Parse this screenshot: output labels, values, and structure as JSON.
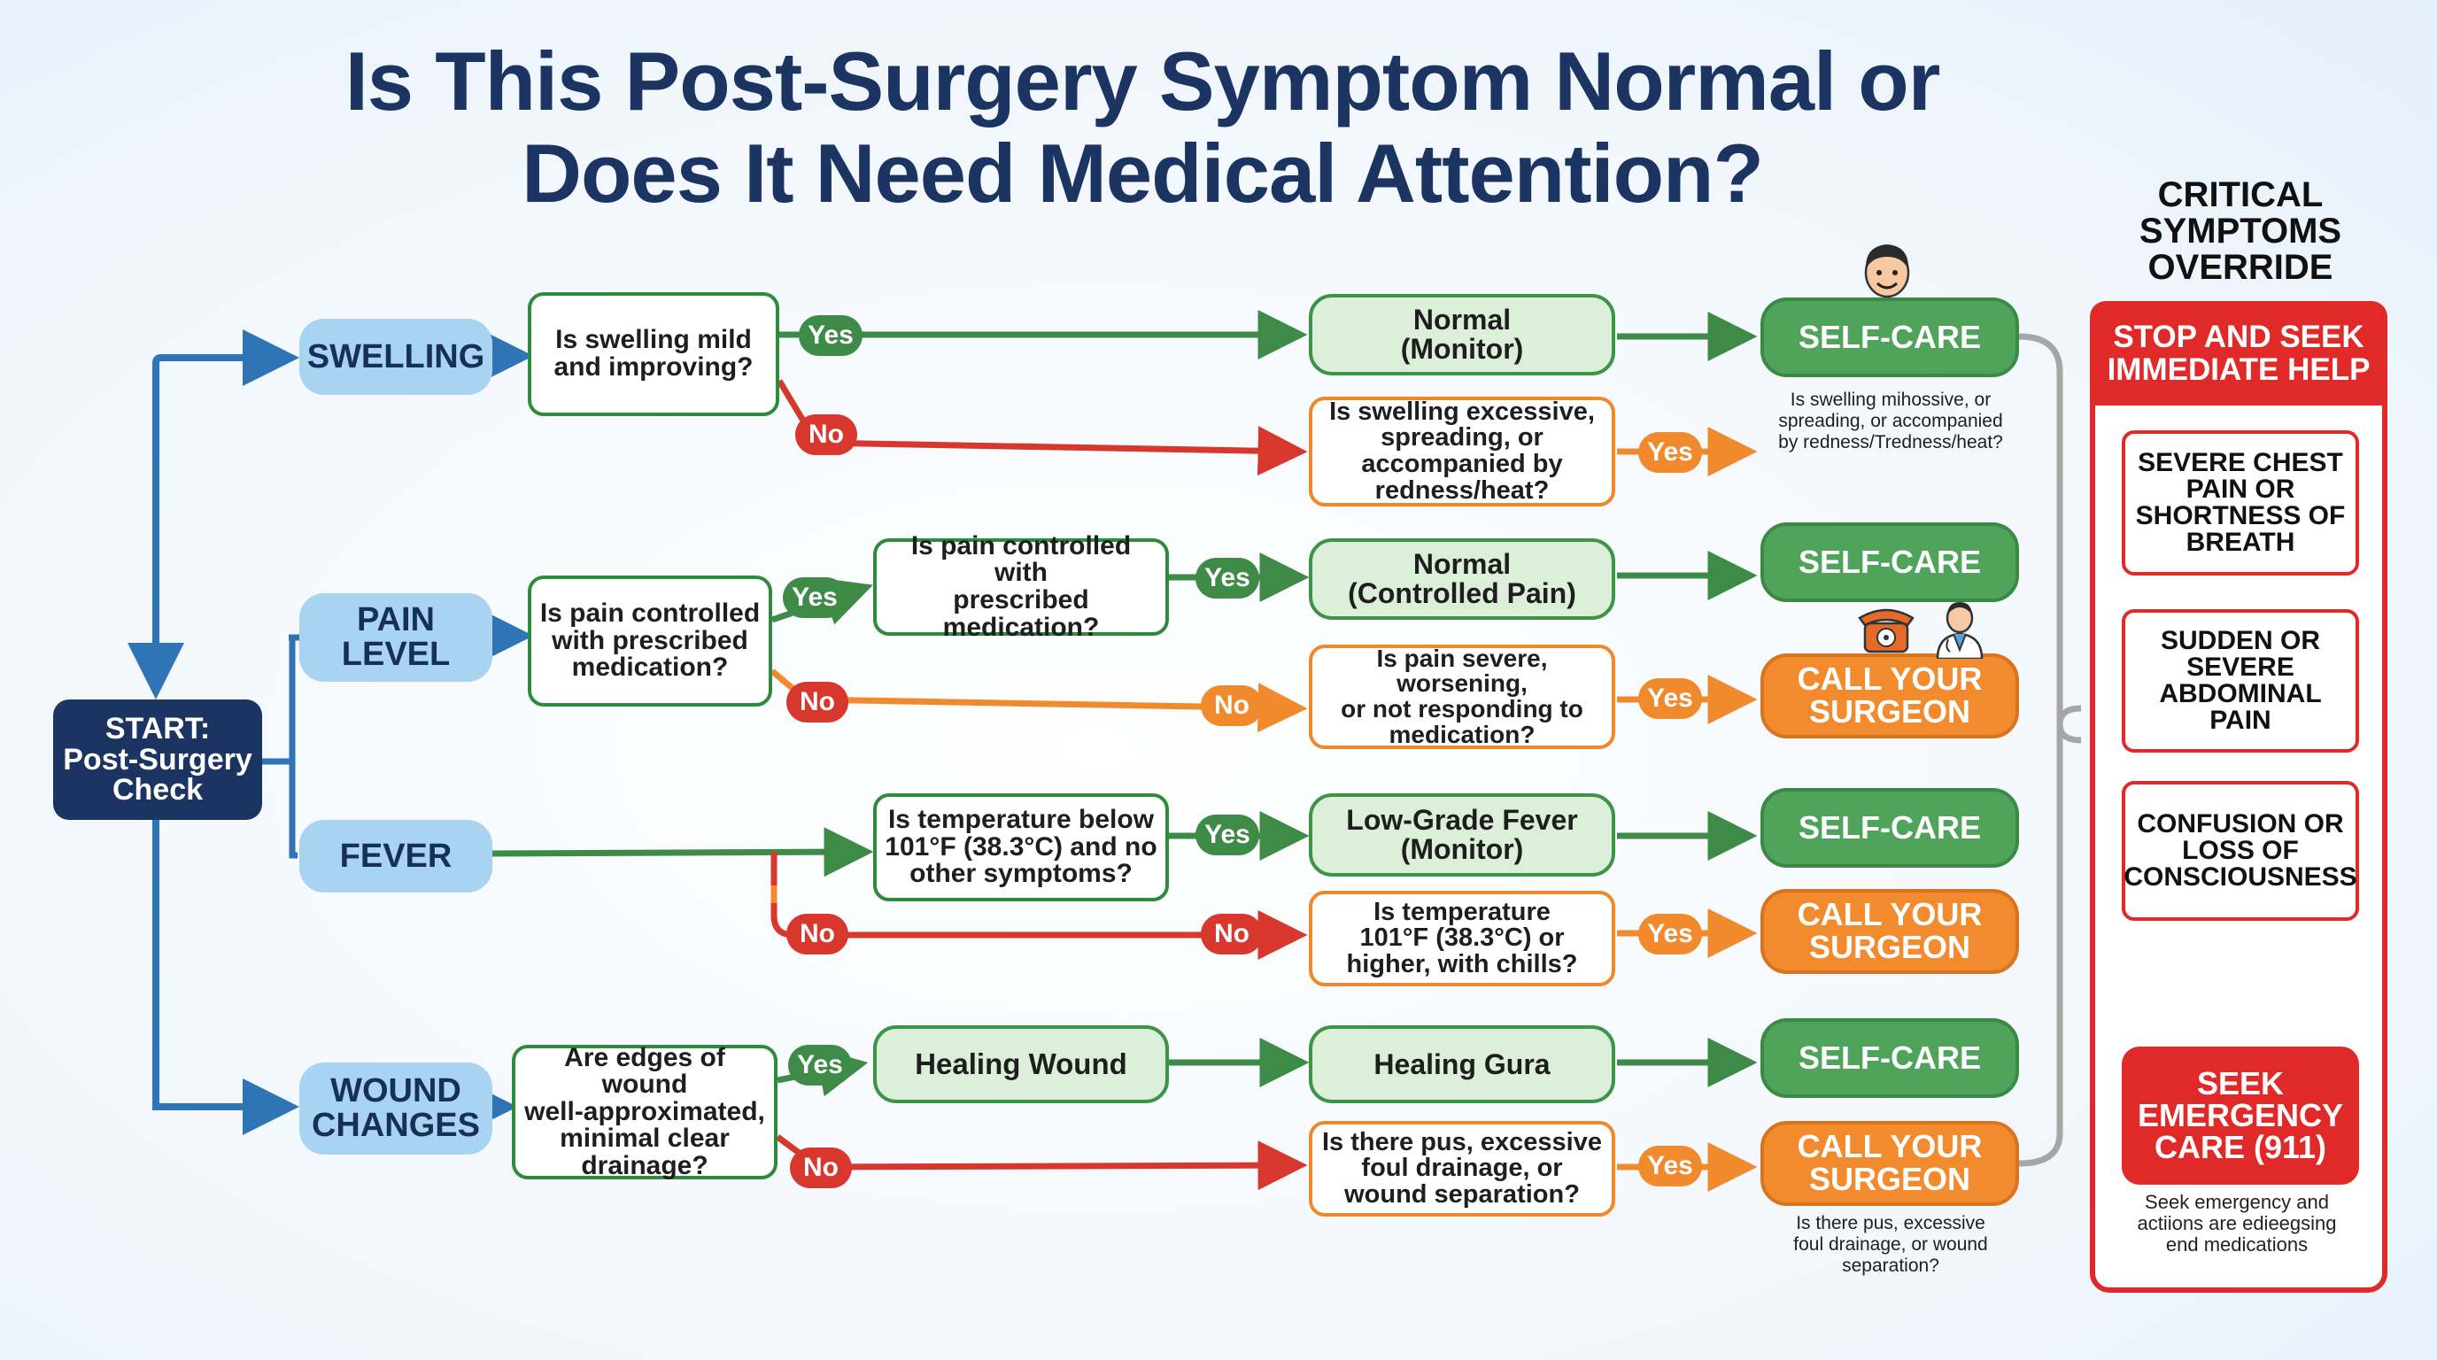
{
  "title": {
    "line1": "Is This Post-Surgery Symptom Normal or",
    "line2": "Does It Need Medical Attention?"
  },
  "start": {
    "line1": "START:",
    "line2": "Post-Surgery",
    "line3": "Check"
  },
  "categories": {
    "swelling": {
      "line1": "SWELLING"
    },
    "pain": {
      "line1": "PAIN",
      "line2": "LEVEL"
    },
    "fever": {
      "line1": "FEVER"
    },
    "wound": {
      "line1": "WOUND",
      "line2": "CHANGES"
    }
  },
  "labels": {
    "yes": "Yes",
    "no": "No"
  },
  "swelling": {
    "q1": [
      "Is swelling mild",
      "and improving?"
    ],
    "monitor": [
      "Normal",
      "(Monitor)"
    ],
    "q2": [
      "Is swelling excessive,",
      "spreading, or",
      "accompanied by",
      "redness/heat?"
    ],
    "selfcare": "SELF-CARE",
    "note": [
      "Is swelling mihossive, or",
      "spreading, or accompanied",
      "by redness/Tredness/heat?"
    ]
  },
  "pain": {
    "q1": [
      "Is pain controlled",
      "with prescribed",
      "medication?"
    ],
    "q2": [
      "Is pain controlled with",
      "prescribed",
      "medication?"
    ],
    "monitor": [
      "Normal",
      "(Controlled Pain)"
    ],
    "q3": [
      "Is pain severe, worsening,",
      "or not responding to",
      "medication?"
    ],
    "selfcare": "SELF-CARE",
    "call": [
      "CALL YOUR",
      "SURGEON"
    ]
  },
  "fever": {
    "q1": [
      "Is temperature below",
      "101°F (38.3°C) and no",
      "other symptoms?"
    ],
    "monitor": [
      "Low-Grade Fever",
      "(Monitor)"
    ],
    "q2": [
      "Is temperature",
      "101°F (38.3°C) or",
      "higher, with chills?"
    ],
    "selfcare": "SELF-CARE",
    "call": [
      "CALL YOUR",
      "SURGEON"
    ]
  },
  "wound": {
    "q1": [
      "Are edges of wound",
      "well-approximated,",
      "minimal clear",
      "drainage?"
    ],
    "healing": "Healing Wound",
    "healing2": "Healing Gura",
    "q2": [
      "Is there pus, excessive",
      "foul drainage, or",
      "wound separation?"
    ],
    "selfcare": "SELF-CARE",
    "call": [
      "CALL YOUR",
      "SURGEON"
    ],
    "note": [
      "Is there pus, excessive",
      "foul drainage, or wound",
      "separation?"
    ]
  },
  "critical": {
    "title": [
      "CRITICAL",
      "SYMPTOMS",
      "OVERRIDE"
    ],
    "header": [
      "STOP AND SEEK",
      "IMMEDIATE HELP"
    ],
    "items": [
      [
        "SEVERE CHEST",
        "PAIN OR",
        "SHORTNESS OF",
        "BREATH"
      ],
      [
        "SUDDEN OR",
        "SEVERE",
        "ABDOMINAL",
        "PAIN"
      ],
      [
        "CONFUSION OR",
        "LOSS OF",
        "CONSCIOUSNESS"
      ]
    ],
    "emergency": [
      "SEEK",
      "EMERGENCY",
      "CARE (911)"
    ],
    "note": [
      "Seek emergency and",
      "actiions are edieegsing",
      "end medications"
    ]
  },
  "colors": {
    "navy": "#1b3461",
    "blue_arrow": "#2f74b5",
    "green": "#3d8b47",
    "red": "#d8372e",
    "orange": "#f08a2c",
    "gray": "#a6a6a6",
    "critical_red": "#e02a2a"
  },
  "icons": [
    "person-face-icon",
    "telephone-icon",
    "doctor-icon",
    "ambulance-icon"
  ]
}
